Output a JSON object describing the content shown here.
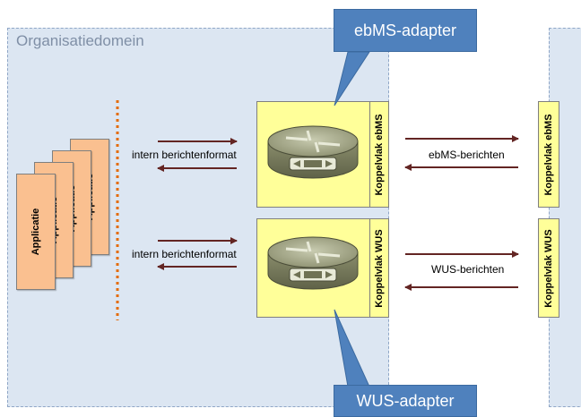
{
  "domain": {
    "title": "Organisatiedomein"
  },
  "callouts": {
    "ebms": "ebMS-adapter",
    "wus": "WUS-adapter"
  },
  "applications": [
    "Applicatie",
    "Applicatie",
    "Applicatie",
    "Applicatie"
  ],
  "adapters": {
    "ebms": {
      "interface_label": "Koppelvlak ebMS"
    },
    "wus": {
      "interface_label": "Koppelvlak WUS"
    }
  },
  "external": {
    "ebms_label": "Koppelvlak ebMS",
    "wus_label": "Koppelvlak WUS"
  },
  "flows": {
    "internal_top": "intern  berichtenformat",
    "internal_bottom": "intern  berichtenformat",
    "ebms_messages": "ebMS-berichten",
    "wus_messages": "WUS-berichten"
  },
  "colors": {
    "domain_fill": "#dce6f2",
    "callout_fill": "#4f81bd",
    "app_fill": "#fac090",
    "adapter_fill": "#ffff99",
    "arrow": "#632523",
    "dotted_line": "#e46c0a"
  }
}
